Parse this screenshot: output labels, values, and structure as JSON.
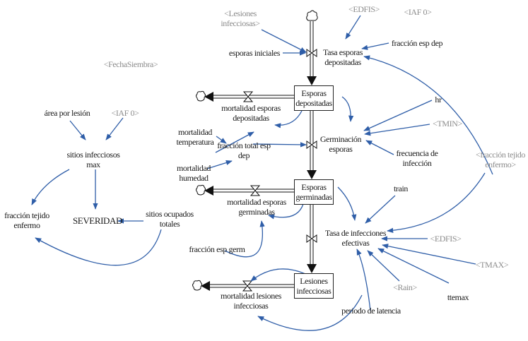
{
  "colors": {
    "link": "#2f5ea8",
    "flow": "#111111",
    "shadow_text": "#8c8c8c",
    "text": "#1a1a1a"
  },
  "stocks": {
    "esporas_depositadas": "Esporas\ndepositadas",
    "esporas_germinadas": "Esporas\ngerminadas",
    "lesiones_infecciosas": "Lesiones\ninfecciosas"
  },
  "flows": {
    "tasa_esporas_depositadas": "Tasa esporas\ndepositadas",
    "mortalidad_esporas_depositadas": "mortalidad esporas\ndepositadas",
    "germinacion_esporas": "Germinación\nesporas",
    "mortalidad_esporas_germinadas": "mortalidad esporas\ngerminadas",
    "tasa_infecciones_efectivas": "Tasa de infecciones\nefectivas",
    "mortalidad_lesiones_infecciosas": "mortalidad lesiones\ninfecciosas"
  },
  "variables": {
    "esporas_iniciales": "esporas iniciales",
    "fraccion_esp_dep": "fracción esp dep",
    "hr": "hr",
    "frecuencia_infeccion": "frecuencia de\ninfección",
    "mortalidad_temperatura": "mortalidad\ntemperatura",
    "mortalidad_humedad": "mortalidad\nhumedad",
    "fraccion_total_esp_dep": "fracción total esp\ndep",
    "fraccion_esp_germ": "fracción esp germ",
    "train": "train",
    "ttemax": "ttemax",
    "periodo_latencia": "periodo de latencia",
    "area_por_lesion": "área por lesión",
    "sitios_infecciosos_max": "sitios infecciosos\nmax",
    "fraccion_tejido_enfermo": "fracción tejido\nenfermo",
    "severidad": "SEVERIDAD",
    "sitios_ocupados_totales": "sitios ocupados\ntotales"
  },
  "shadow_variables": {
    "lesiones_infecciosas": "<Lesiones\ninfecciosas>",
    "edfis_top": "<EDFIS>",
    "iaf0_top": "<IAF 0>",
    "fecha_siembra": "<FechaSiembra>",
    "iaf0_left": "<IAF 0>",
    "tmin": "<TMIN>",
    "fraccion_tejido_enfermo": "<fracción tejido\nenfermo>",
    "edfis_right": "<EDFIS>",
    "tmax": "<TMAX>",
    "rain": "<Rain>"
  }
}
